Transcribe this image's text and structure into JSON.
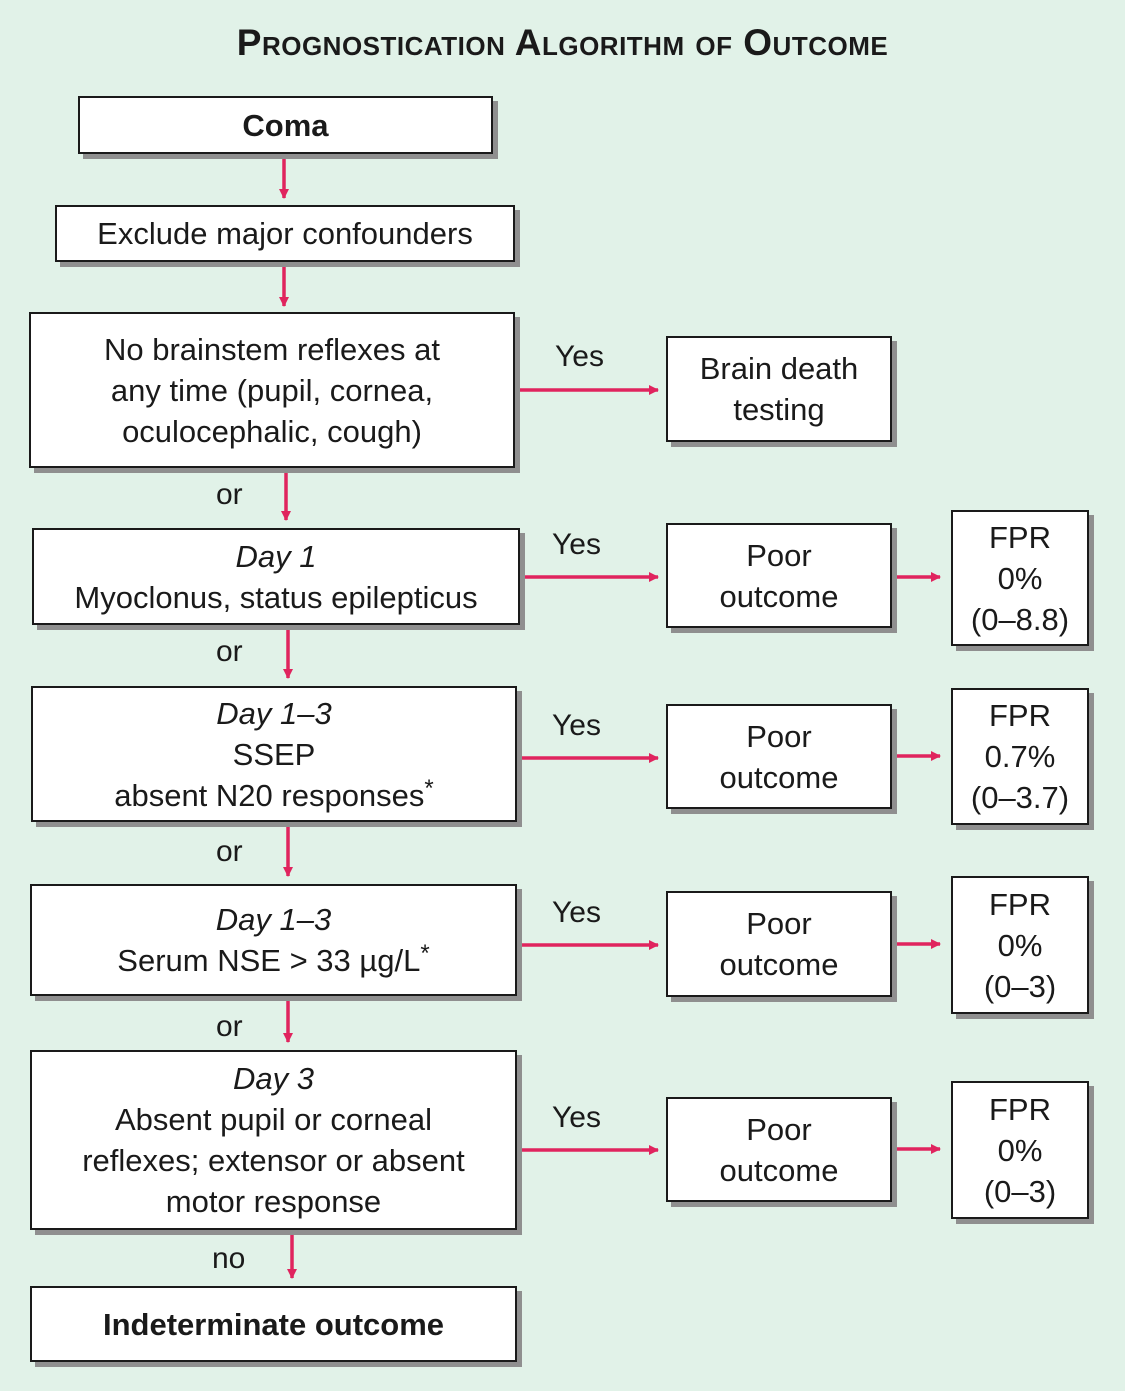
{
  "title": "Prognostication Algorithm of Outcome",
  "colors": {
    "background": "#e1f2e8",
    "arrow": "#e0245e",
    "box_border": "#1a1a1a",
    "shadow": "#8f8f8f"
  },
  "nodes": {
    "coma": "Coma",
    "exclude": "Exclude major confounders",
    "brainstem": {
      "lines": [
        "No brainstem reflexes at",
        "any time (pupil, cornea,",
        "oculocephalic, cough)"
      ]
    },
    "brain_death": {
      "lines": [
        "Brain death",
        "testing"
      ]
    },
    "myoclonus": {
      "day": "Day 1",
      "lines": [
        "Myoclonus, status epilepticus"
      ]
    },
    "ssep": {
      "day": "Day 1–3",
      "lines": [
        "SSEP",
        "absent N20 responses"
      ],
      "asterisk": "*"
    },
    "nse": {
      "day": "Day 1–3",
      "lines": [
        "Serum NSE > 33 µg/L"
      ],
      "asterisk": "*"
    },
    "reflexes": {
      "day": "Day 3",
      "lines": [
        "Absent pupil or corneal",
        "reflexes; extensor or absent",
        "motor response"
      ]
    },
    "indeterminate": "Indeterminate outcome"
  },
  "outcomes": [
    {
      "lines": [
        "Poor",
        "outcome"
      ],
      "fpr": {
        "label": "FPR",
        "value": "0%",
        "range": "(0–8.8)"
      }
    },
    {
      "lines": [
        "Poor",
        "outcome"
      ],
      "fpr": {
        "label": "FPR",
        "value": "0.7%",
        "range": "(0–3.7)"
      }
    },
    {
      "lines": [
        "Poor",
        "outcome"
      ],
      "fpr": {
        "label": "FPR",
        "value": "0%",
        "range": "(0–3)"
      }
    },
    {
      "lines": [
        "Poor",
        "outcome"
      ],
      "fpr": {
        "label": "FPR",
        "value": "0%",
        "range": "(0–3)"
      }
    }
  ],
  "labels": {
    "yes": "Yes",
    "or": "or",
    "no": "no"
  }
}
